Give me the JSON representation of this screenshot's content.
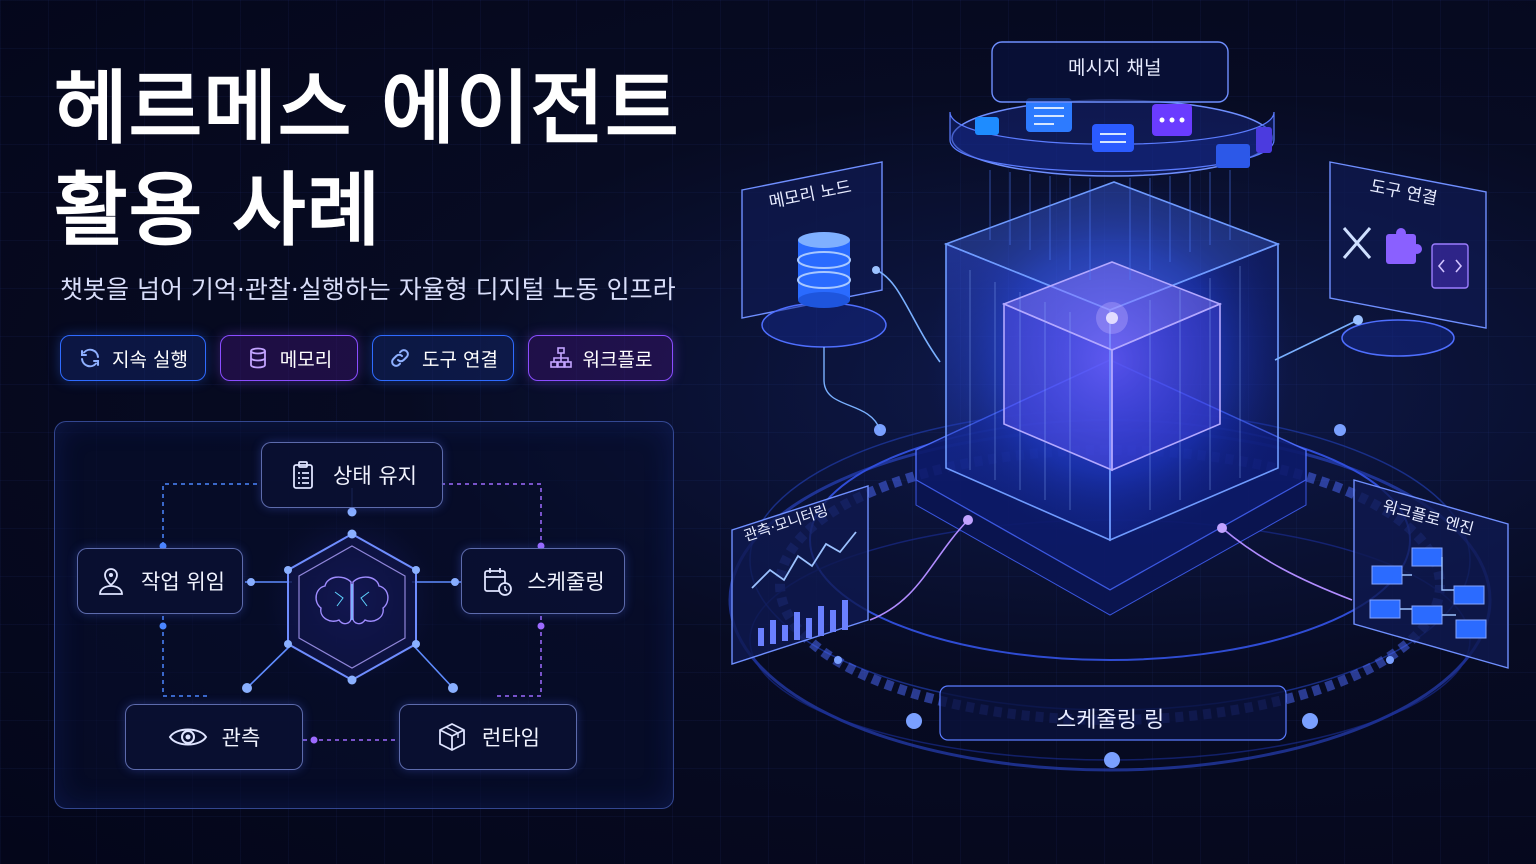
{
  "header": {
    "title_line1": "헤르메스 에이전트",
    "title_line2": "활용 사례",
    "subtitle": "챗봇을 넘어 기억·관찰·실행하는 자율형 디지털 노동 인프라"
  },
  "chips": [
    {
      "label": "지속 실행",
      "icon": "refresh-icon",
      "color": "#2f6bff"
    },
    {
      "label": "메모리",
      "icon": "database-icon",
      "color": "#8a4dff"
    },
    {
      "label": "도구 연결",
      "icon": "link-icon",
      "color": "#2f6bff"
    },
    {
      "label": "워크플로",
      "icon": "hierarchy-icon",
      "color": "#8a4dff"
    }
  ],
  "diagram": {
    "center_icon": "brain-icon",
    "nodes": {
      "state": {
        "label": "상태 유지",
        "icon": "clipboard-icon"
      },
      "delegate": {
        "label": "작업 위임",
        "icon": "user-pin-icon"
      },
      "schedule": {
        "label": "스케줄링",
        "icon": "calendar-clock-icon"
      },
      "observe": {
        "label": "관측",
        "icon": "eye-icon"
      },
      "runtime": {
        "label": "런타임",
        "icon": "cube-icon"
      }
    }
  },
  "illustration": {
    "message_channel": "메시지 채널",
    "memory_node": "메모리 노드",
    "tool_connection": "도구 연결",
    "observability": "관측·모니터링",
    "workflow_engine": "워크플로 엔진",
    "scheduling_ring": "스케줄링 링"
  },
  "colors": {
    "accent_blue": "#2f6bff",
    "accent_purple": "#8a4dff",
    "background": "#04061a"
  }
}
